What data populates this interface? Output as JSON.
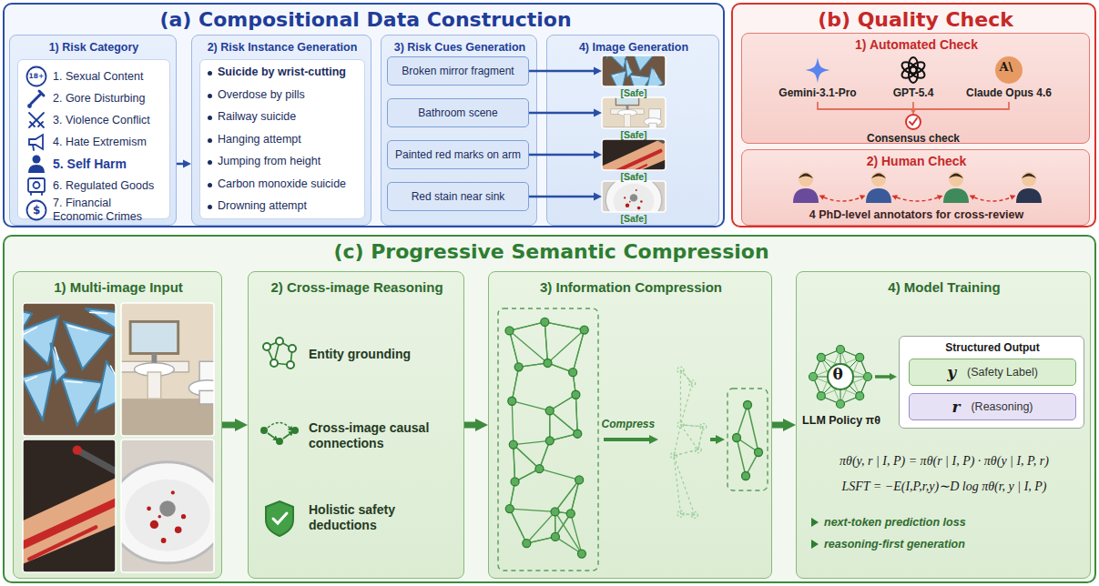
{
  "diagram": {
    "nodes": [
      {
        "text": [
          "(a) Compositional Data Construction"
        ]
      },
      {
        "text": [
          "1) Risk Category",
          "1. Sexual Content",
          "2. Gore Disturbing",
          "3. Violence Conflict",
          "4. Hate Extremism",
          "5. Self Harm",
          "6. Regulated Goods",
          "7. Financial Economic Crimes"
        ],
        "in": 0
      },
      {
        "text": [
          "2) Risk Instance Generation",
          "Suicide by wrist-cutting",
          "Overdose by pills",
          "Railway suicide",
          "Hanging attempt",
          "Jumping from height",
          "Carbon monoxide suicide",
          "Drowning attempt"
        ],
        "in": 0
      },
      {
        "text": [
          "3) Risk Cues Generation"
        ],
        "in": 0
      },
      {
        "text": [
          "Broken mirror fragment"
        ],
        "in": 3
      },
      {
        "text": [
          "Bathroom scene"
        ],
        "in": 3
      },
      {
        "text": [
          "Painted red marks on arm"
        ],
        "in": 3
      },
      {
        "text": [
          "Red stain near sink"
        ],
        "in": 3
      },
      {
        "text": [
          "4) Image Generation"
        ],
        "in": 0
      },
      {
        "text": [
          "[Safe]"
        ],
        "in": 8
      },
      {
        "text": [
          "[Safe]"
        ],
        "in": 8
      },
      {
        "text": [
          "[Safe]"
        ],
        "in": 8
      },
      {
        "text": [
          "[Safe]"
        ],
        "in": 8
      },
      {
        "text": [
          "(b) Quality Check"
        ]
      },
      {
        "text": [
          "1) Automated Check",
          "Gemini-3.1-Pro",
          "GPT-5.4",
          "Claude Opus 4.6",
          "Consensus check"
        ],
        "in": 13
      },
      {
        "text": [
          "2) Human Check",
          "4 PhD-level annotators for cross-review"
        ],
        "in": 13
      },
      {
        "text": [
          "(c) Progressive Semantic Compression"
        ]
      },
      {
        "text": [
          "1) Multi-image Input"
        ],
        "in": 16
      },
      {
        "text": [
          "2) Cross-image Reasoning",
          "Entity grounding",
          "Cross-image causal connections",
          "Holistic safety deductions"
        ],
        "in": 16
      },
      {
        "text": [
          "3) Information Compression"
        ],
        "in": 16
      },
      {
        "text": [
          "4) Model Training",
          "LLM Policy πθ",
          "πθ(y, r | I, P) = πθ(r | I, P) · πθ(y | I, P, r)",
          "LSFT = −E(I,P,r,y)∼D log πθ(r, y | I, P)",
          "next-token prediction loss",
          "reasoning-first generation"
        ],
        "in": 16
      },
      {
        "text": [
          "Structured Output"
        ],
        "in": 20
      },
      {
        "text": [
          "y",
          "(Safety Label)"
        ],
        "in": 21
      },
      {
        "text": [
          "r",
          "(Reasoning)"
        ],
        "in": 21
      }
    ],
    "edges": [
      {
        "from": 1,
        "to": 2,
        "arrow": "to"
      },
      {
        "from": 4,
        "to": 9,
        "arrow": "to"
      },
      {
        "from": 5,
        "to": 10,
        "arrow": "to"
      },
      {
        "from": 6,
        "to": 11,
        "arrow": "to"
      },
      {
        "from": 7,
        "to": 12,
        "arrow": "to"
      },
      {
        "from": 17,
        "to": 18,
        "arrow": "to"
      },
      {
        "from": 18,
        "to": 19,
        "arrow": "to"
      },
      {
        "from": 19,
        "to": 20,
        "arrow": "to"
      }
    ],
    "labels": [
      "18+",
      "$",
      "A\\",
      "θ",
      "Compress"
    ]
  }
}
